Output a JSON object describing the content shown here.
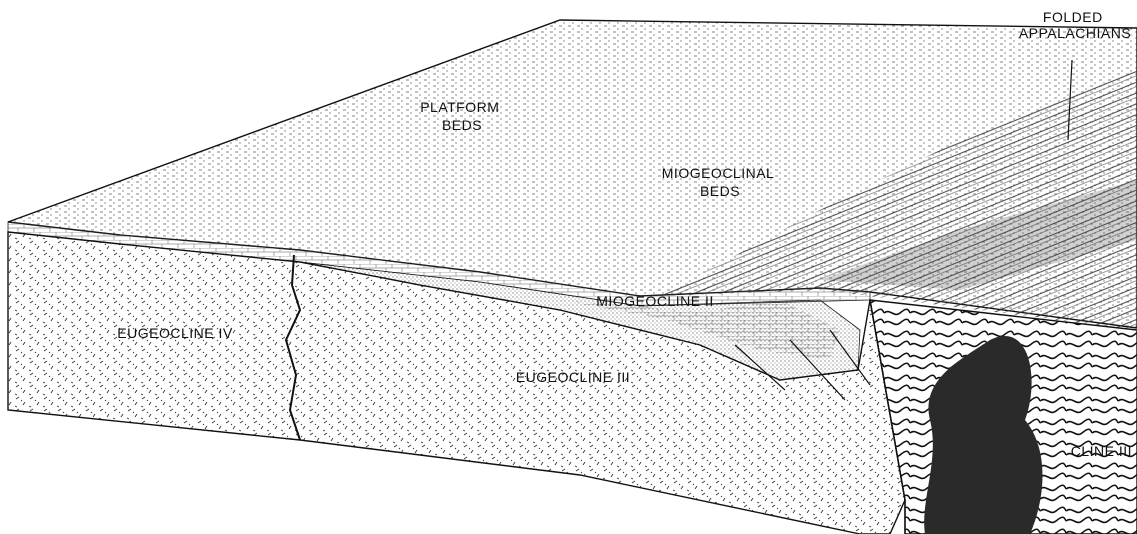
{
  "labels": {
    "platform_beds": [
      "PLATFORM",
      "BEDS"
    ],
    "miogeoclinal_beds": [
      "MIOGEOCLINAL",
      "BEDS"
    ],
    "folded_appalachians": [
      "FOLDED",
      "APPALACHIANS"
    ],
    "eugeocline_iv": "EUGEOCLINE IV",
    "miogeocline_ii": "MIOGEOCLINE II",
    "eugeocline_iii": "EUGEOCLINE III",
    "cline_partial": "CLINE III"
  },
  "colors": {
    "ink": "#111111",
    "paper": "#ffffff",
    "shade": "#2a2a2a",
    "stipple": "#555555"
  }
}
